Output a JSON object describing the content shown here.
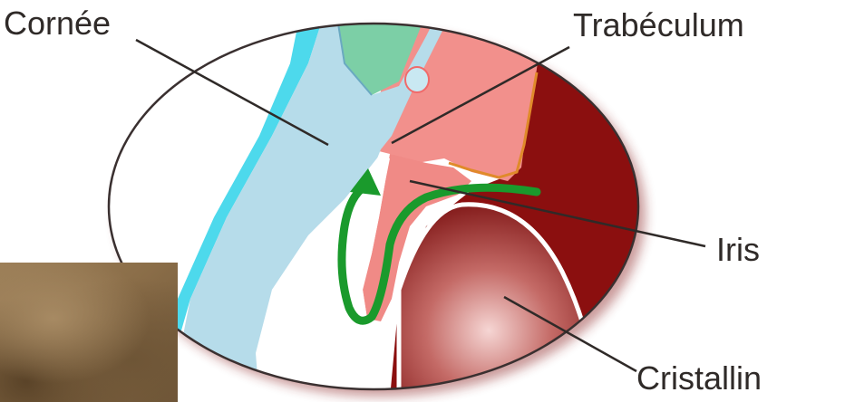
{
  "labels": {
    "cornea": "Cornée",
    "trabecular": "Trabéculum",
    "iris": "Iris",
    "lens": "Cristallin"
  },
  "colors": {
    "cornea": "#b6dcea",
    "cornea_outer": "#4dd9ec",
    "sclera": "#7ccfa6",
    "tissue": "#f2908c",
    "iris": "#f08a86",
    "choroid": "#8b0f0f",
    "lens": "#a8433d",
    "flow_arrow": "#1a9a2c",
    "label_text": "#2f2a28"
  },
  "icons": {
    "flow_arrow": "green-aqueous-flow-arrow-icon"
  }
}
